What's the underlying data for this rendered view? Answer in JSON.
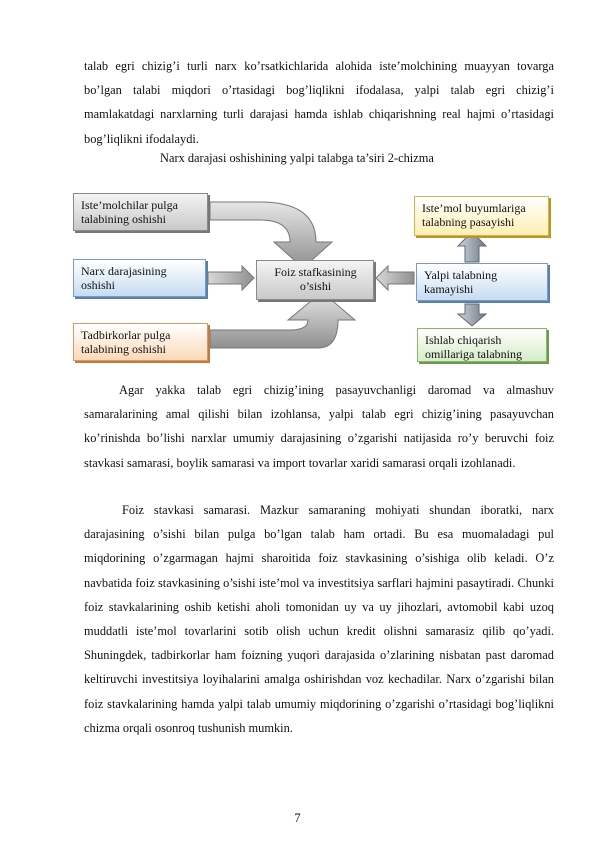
{
  "paragraphs": {
    "intro": "talab egri chizig’i turli narx ko’rsatkichlarida alohida iste’molchining muayyan tovarga bo’lgan talabi miqdori o’rtasidagi bog’liqlikni ifodalasa, yalpi talab egri chizig’i mamlakatdagi narxlarning turli darajasi hamda ishlab chiqarishning real hajmi o’rtasidagi bog’liqlikni ifodalaydi.",
    "p1": "Agar yakka talab egri chizig’ining pasayuvchanligi daromad va almashuv samaralarining amal qilishi bilan izohlansa, yalpi talab egri chizig’ining pasayuvchan ko’rinishda bo’lishi narxlar umumiy darajasining o’zgarishi natijasida ro’y beruvchi foiz stavkasi samarasi, boylik samarasi va import tovarlar xaridi samarasi orqali izohlanadi.",
    "p2": "Foiz stavkasi samarasi. Mazkur samaraning mohiyati shundan iboratki, narx darajasining o’sishi bilan pulga bo’lgan talab ham ortadi. Bu esa muomaladagi pul miqdorining o’zgarmagan hajmi sharoitida foiz stavkasining o’sishiga olib keladi. O’z navbatida foiz stavkasining o’sishi iste’mol va investitsiya sarflari hajmini pasaytiradi. Chunki foiz stavkalarining oshib ketishi aholi tomonidan uy va uy jihozlari, avtomobil kabi uzoq muddatli iste’mol tovarlarini sotib olish uchun kredit olishni samarasiz qilib qo’yadi. Shuningdek, tadbirkorlar ham foizning yuqori darajasida o’zlarining nisbatan past daromad keltiruvchi investitsiya loyihalarini amalga oshirishdan voz kechadilar. Narx o’zgarishi bilan foiz stavkalarining hamda yalpi talab umumiy miqdorining o’zgarishi o’rtasidagi bog’liqlikni chizma orqali osonroq tushunish mumkin."
  },
  "diagram": {
    "caption": "Narx darajasi oshishining yalpi talabga ta’siri 2-chizma",
    "box_consumer_1": "Iste’molchilar pulga",
    "box_consumer_2": "talabining oshishi",
    "box_price_1": "Narx darajasining",
    "box_price_2": "oshishi",
    "box_business_1": "Tadbirkorlar pulga",
    "box_business_2": "talabining oshishi",
    "box_interest_1": "Foiz stafkasining",
    "box_interest_2": "o’sishi",
    "box_consumption_1": "Iste’mol buyumlariga",
    "box_consumption_2": "talabning pasayishi",
    "box_aggregate_1": "Yalpi talabning",
    "box_aggregate_2": "kamayishi",
    "box_production_1": "Ishlab chiqarish",
    "box_production_2": "omillariga talabning"
  },
  "page_number": "7"
}
